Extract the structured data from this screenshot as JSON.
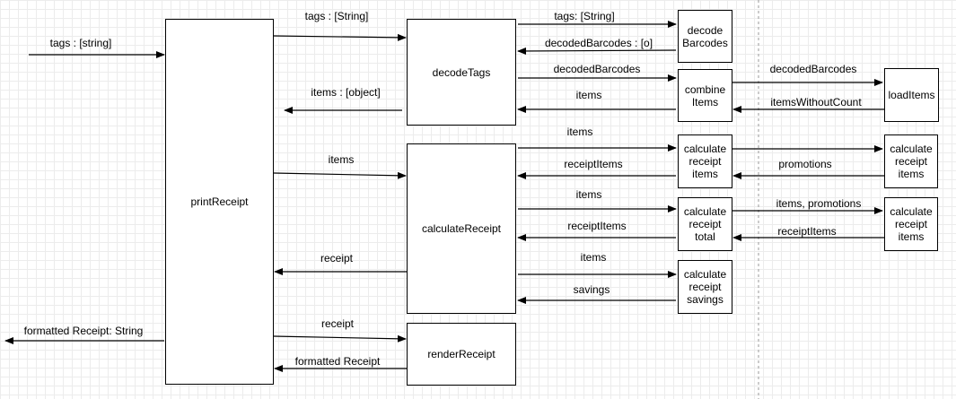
{
  "boxes": {
    "printReceipt": "printReceipt",
    "decodeTags": "decodeTags",
    "calculateReceipt": "calculateReceipt",
    "renderReceipt": "renderReceipt",
    "decodeBarcodes": "decode\nBarcodes",
    "combineItems": "combine\nItems",
    "loadItems": "loadItems",
    "calcReceiptItems": "calculate\nreceipt\nitems",
    "promoReceiptItems": "calculate\nreceipt\nitems",
    "calcReceiptTotal": "calculate\nreceipt\ntotal",
    "totalReceiptItems": "calculate\nreceipt\nitems",
    "calcReceiptSavings": "calculate\nreceipt\nsavings"
  },
  "labels": {
    "tagsIn": "tags : [string]",
    "tagsToDecode": "tags : [String]",
    "itemsBack": "items : [object]",
    "itemsToCalc": "items",
    "receiptBack": "receipt",
    "receiptToRender": "receipt",
    "formattedBack": "formatted Receipt",
    "formattedOut": "formatted Receipt: String",
    "tagsToBarcodes": "tags: [String]",
    "decodedBarcodesBack": "decodedBarcodes : [o]",
    "decodedBarcodesToCombine": "decodedBarcodes",
    "itemsFromCombine": "items",
    "decodedBarcodesToLoad": "decodedBarcodes",
    "itemsWithoutCount": "itemsWithoutCount",
    "itemsToCalcItems": "items",
    "receiptItemsBack1": "receiptItems",
    "promotions": "promotions",
    "itemsToTotal": "items",
    "receiptItemsBack2": "receiptItems",
    "itemsPromotions": "items, promotions",
    "receiptItemsBack3": "receiptItems",
    "itemsToSavings": "items",
    "savings": "savings"
  }
}
